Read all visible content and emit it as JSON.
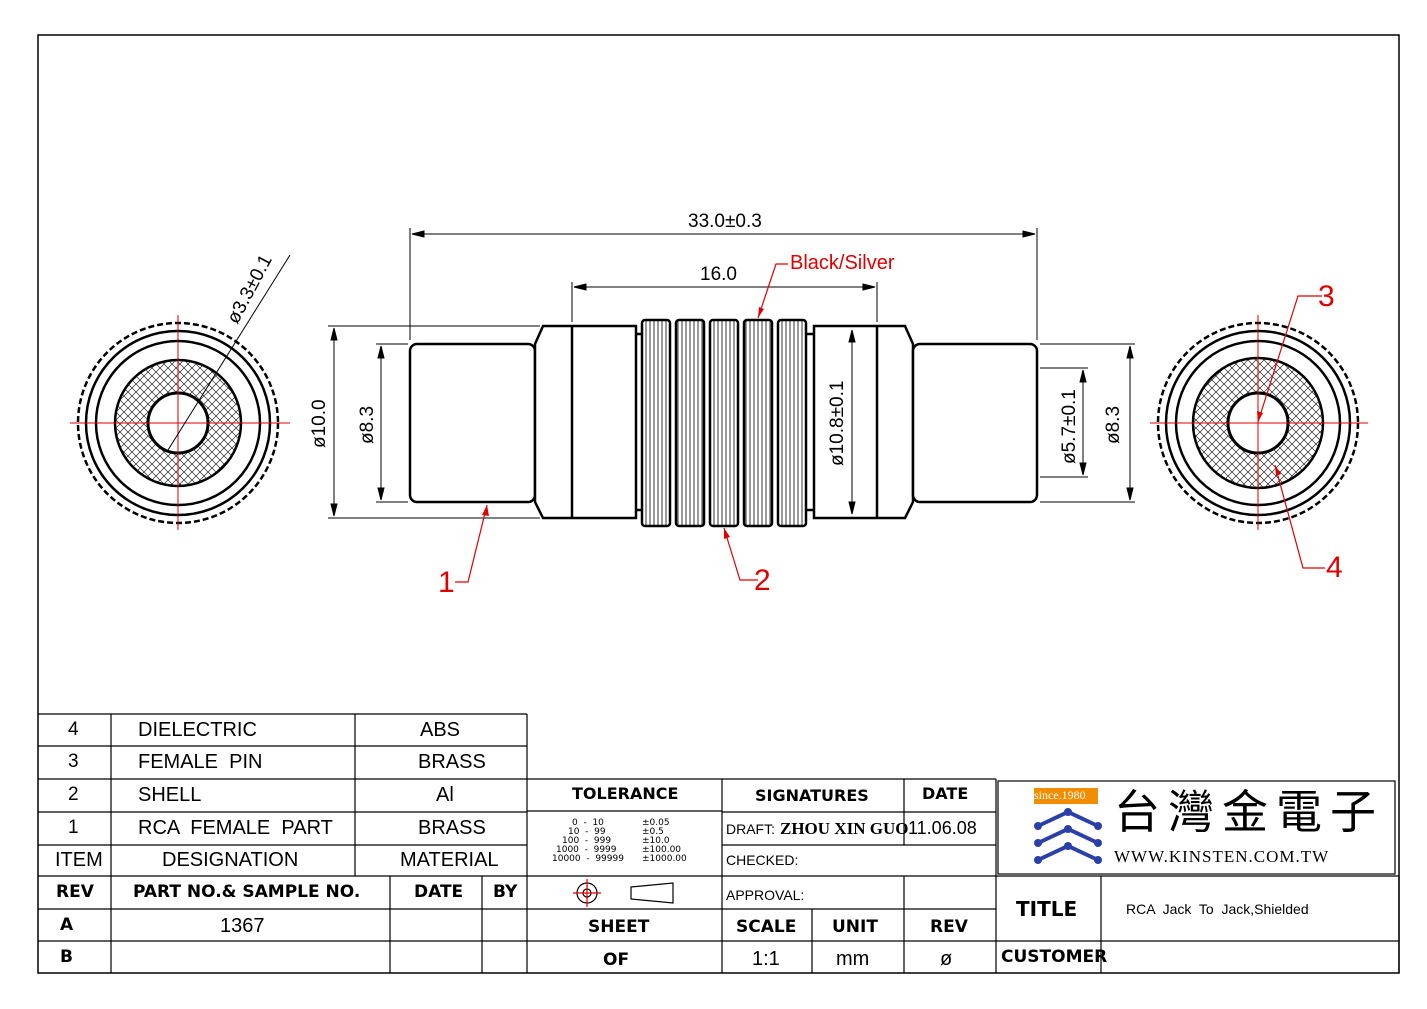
{
  "drawing": {
    "dims": {
      "overall_length": "33.0±0.3",
      "inner_length": "16.0",
      "left_bore": "ø3.3±0.1",
      "body_dia": "ø10.0",
      "plug_dia_left": "ø8.3",
      "shell_dia": "ø10.8±0.1",
      "pin_dia": "ø5.7±0.1",
      "plug_dia_right": "ø8.3"
    },
    "callouts": {
      "color_note": "Black/Silver",
      "c1": "1",
      "c2": "2",
      "c3": "3",
      "c4": "4"
    },
    "colors": {
      "line": "#000000",
      "leader": "#e00000",
      "center": "#e00000"
    }
  },
  "bom": {
    "rows": [
      {
        "item": "4",
        "designation": "DIELECTRIC",
        "material": "ABS"
      },
      {
        "item": "3",
        "designation": "FEMALE  PIN",
        "material": "BRASS"
      },
      {
        "item": "2",
        "designation": "SHELL",
        "material": "Al"
      },
      {
        "item": "1",
        "designation": "RCA  FEMALE  PART",
        "material": "BRASS"
      }
    ],
    "header": {
      "item": "ITEM",
      "designation": "DESIGNATION",
      "material": "MATERIAL"
    }
  },
  "rev": {
    "header": {
      "rev": "REV",
      "part": "PART NO.& SAMPLE NO.",
      "date": "DATE",
      "by": "BY"
    },
    "rows": [
      {
        "rev": "A",
        "part": "1367",
        "date": "",
        "by": ""
      },
      {
        "rev": "B",
        "part": "",
        "date": "",
        "by": ""
      }
    ]
  },
  "tolerance": {
    "title": "TOLERANCE",
    "ranges": [
      "0  -  10",
      "10  -  99",
      "100  -  999",
      "1000  -  9999",
      "10000  -  99999"
    ],
    "values": [
      "±0.05",
      "±0.5",
      "±10.0",
      "±100.00",
      "±1000.00"
    ],
    "sheet": "SHEET",
    "of": "OF"
  },
  "signatures": {
    "title": "SIGNATURES",
    "date_title": "DATE",
    "draft_label": "DRAFT:",
    "draft_name": "ZHOU XIN GUO",
    "draft_date": "11.06.08",
    "checked_label": "CHECKED:",
    "approval_label": "APPROVAL:",
    "scale_label": "SCALE",
    "unit_label": "UNIT",
    "rev_label": "REV",
    "scale": "1:1",
    "unit": "mm",
    "rev": "ø"
  },
  "company": {
    "since": "since.1980",
    "name": "台灣金電子",
    "url": "WWW.KINSTEN.COM.TW",
    "logo_colors": {
      "blue": "#2a3fa8",
      "orange": "#f28c00"
    }
  },
  "title_block": {
    "title_label": "TITLE",
    "title": "RCA  Jack  To  Jack,Shielded",
    "customer_label": "CUSTOMER",
    "customer": ""
  }
}
